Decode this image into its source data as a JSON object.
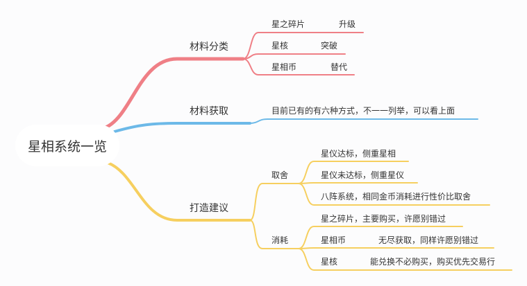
{
  "root": {
    "title": "星相系统一览"
  },
  "colors": {
    "materials": "#ef7f86",
    "acquire": "#6cb9e8",
    "build": "#f6cf5f"
  },
  "branches": {
    "materials": {
      "label": "材料分类",
      "items": [
        {
          "name": "星之碎片",
          "note": "升级"
        },
        {
          "name": "星核",
          "note": "突破"
        },
        {
          "name": "星相币",
          "note": "替代"
        }
      ]
    },
    "acquire": {
      "label": "材料获取",
      "items": [
        {
          "text": "目前已有的有六种方式，不一一列举，可以看上面"
        }
      ]
    },
    "build": {
      "label": "打造建议",
      "tradeoff": {
        "label": "取舍",
        "items": [
          "星仪达标，侧重星相",
          "星仪未达标，侧重星仪",
          "八阵系统，相同金币消耗进行性价比取舍"
        ]
      },
      "consume": {
        "label": "消耗",
        "items": [
          {
            "name": "星之碎片，主要购买，许愿别错过",
            "note": ""
          },
          {
            "name": "星相币",
            "note": "无尽获取，同样许愿别错过"
          },
          {
            "name": "星核",
            "note": "能兑换不必购买，购买优先交易行"
          }
        ]
      }
    }
  }
}
